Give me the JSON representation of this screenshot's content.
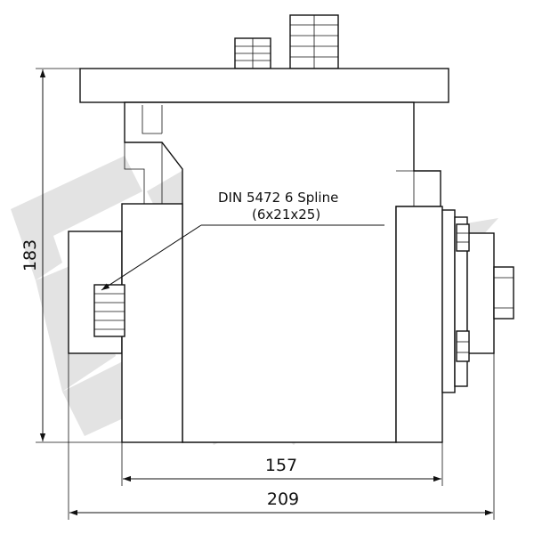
{
  "watermark": {
    "logo_name": "hv-logo-watermark",
    "color": "#e3e3e3"
  },
  "colors": {
    "line": "#111111",
    "background": "#ffffff"
  },
  "annotation": {
    "line1": "DIN 5472 6 Spline",
    "line2": "(6x21x25)"
  },
  "dimensions": {
    "height": "183",
    "inner_width": "157",
    "overall_width": "209"
  }
}
